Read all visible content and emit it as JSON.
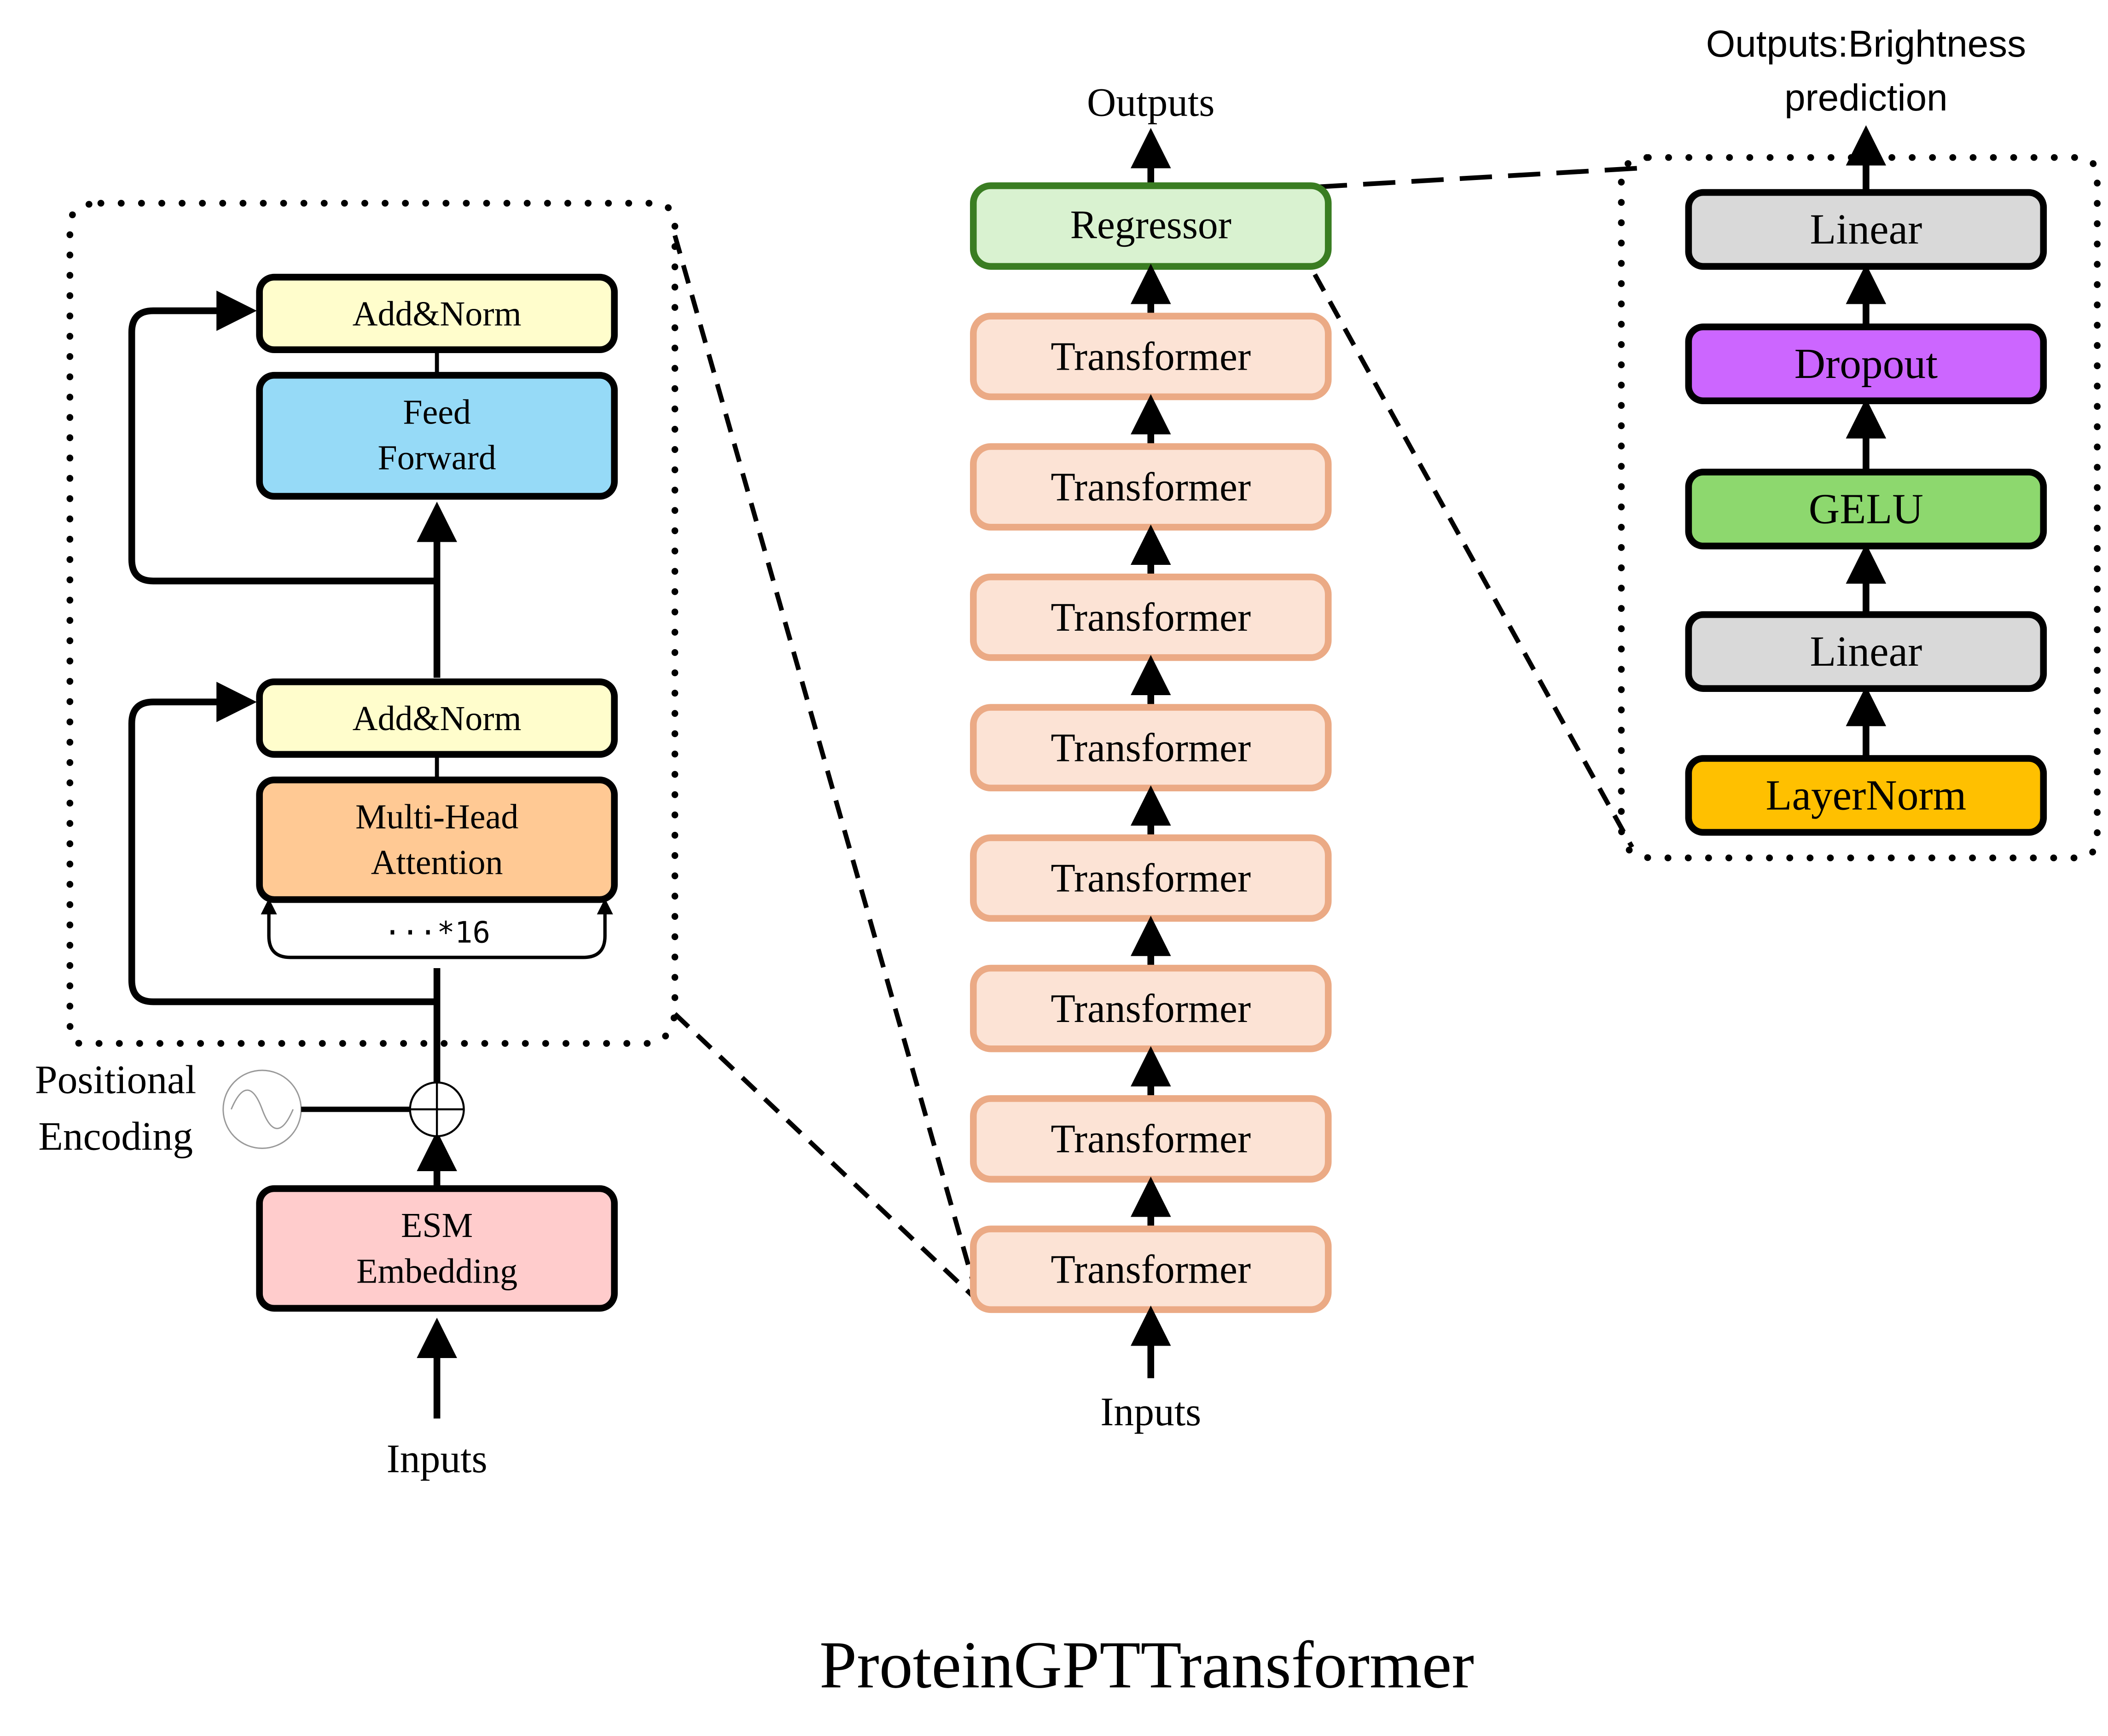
{
  "left_block": {
    "add_norm_top": "Add&Norm",
    "feed_forward_line1": "Feed",
    "feed_forward_line2": "Forward",
    "add_norm_bottom": "Add&Norm",
    "attention_line1": "Multi-Head",
    "attention_line2": "Attention",
    "repeat_label": "···*16",
    "positional_line1": "Positional",
    "positional_line2": "Encoding",
    "embedding_line1": "ESM",
    "embedding_line2": "Embedding",
    "inputs_label": "Inputs"
  },
  "middle_stack": {
    "outputs_label": "Outputs",
    "regressor_label": "Regressor",
    "transformer_labels": [
      "Transformer",
      "Transformer",
      "Transformer",
      "Transformer",
      "Transformer",
      "Transformer",
      "Transformer",
      "Transformer"
    ],
    "inputs_label": "Inputs"
  },
  "right_block": {
    "outputs_line1": "Outputs:Brightness",
    "outputs_line2": "prediction",
    "layers": [
      "Linear",
      "Dropout",
      "GELU",
      "Linear",
      "LayerNorm"
    ]
  },
  "title": "ProteinGPTTransformer",
  "colors": {
    "add_norm_fill": "#FFFDCC",
    "feed_forward_fill": "#96DAF7",
    "attention_fill": "#FFC994",
    "embedding_fill": "#FFCCCC",
    "regressor_fill": "#D9F2D0",
    "regressor_stroke": "#3A7D22",
    "transformer_fill": "#FCE3D5",
    "transformer_stroke": "#EBAA85",
    "linear_fill": "#D9D9D9",
    "dropout_fill": "#CC66FF",
    "gelu_fill": "#8DD86E",
    "layernorm_fill": "#FFC000"
  }
}
